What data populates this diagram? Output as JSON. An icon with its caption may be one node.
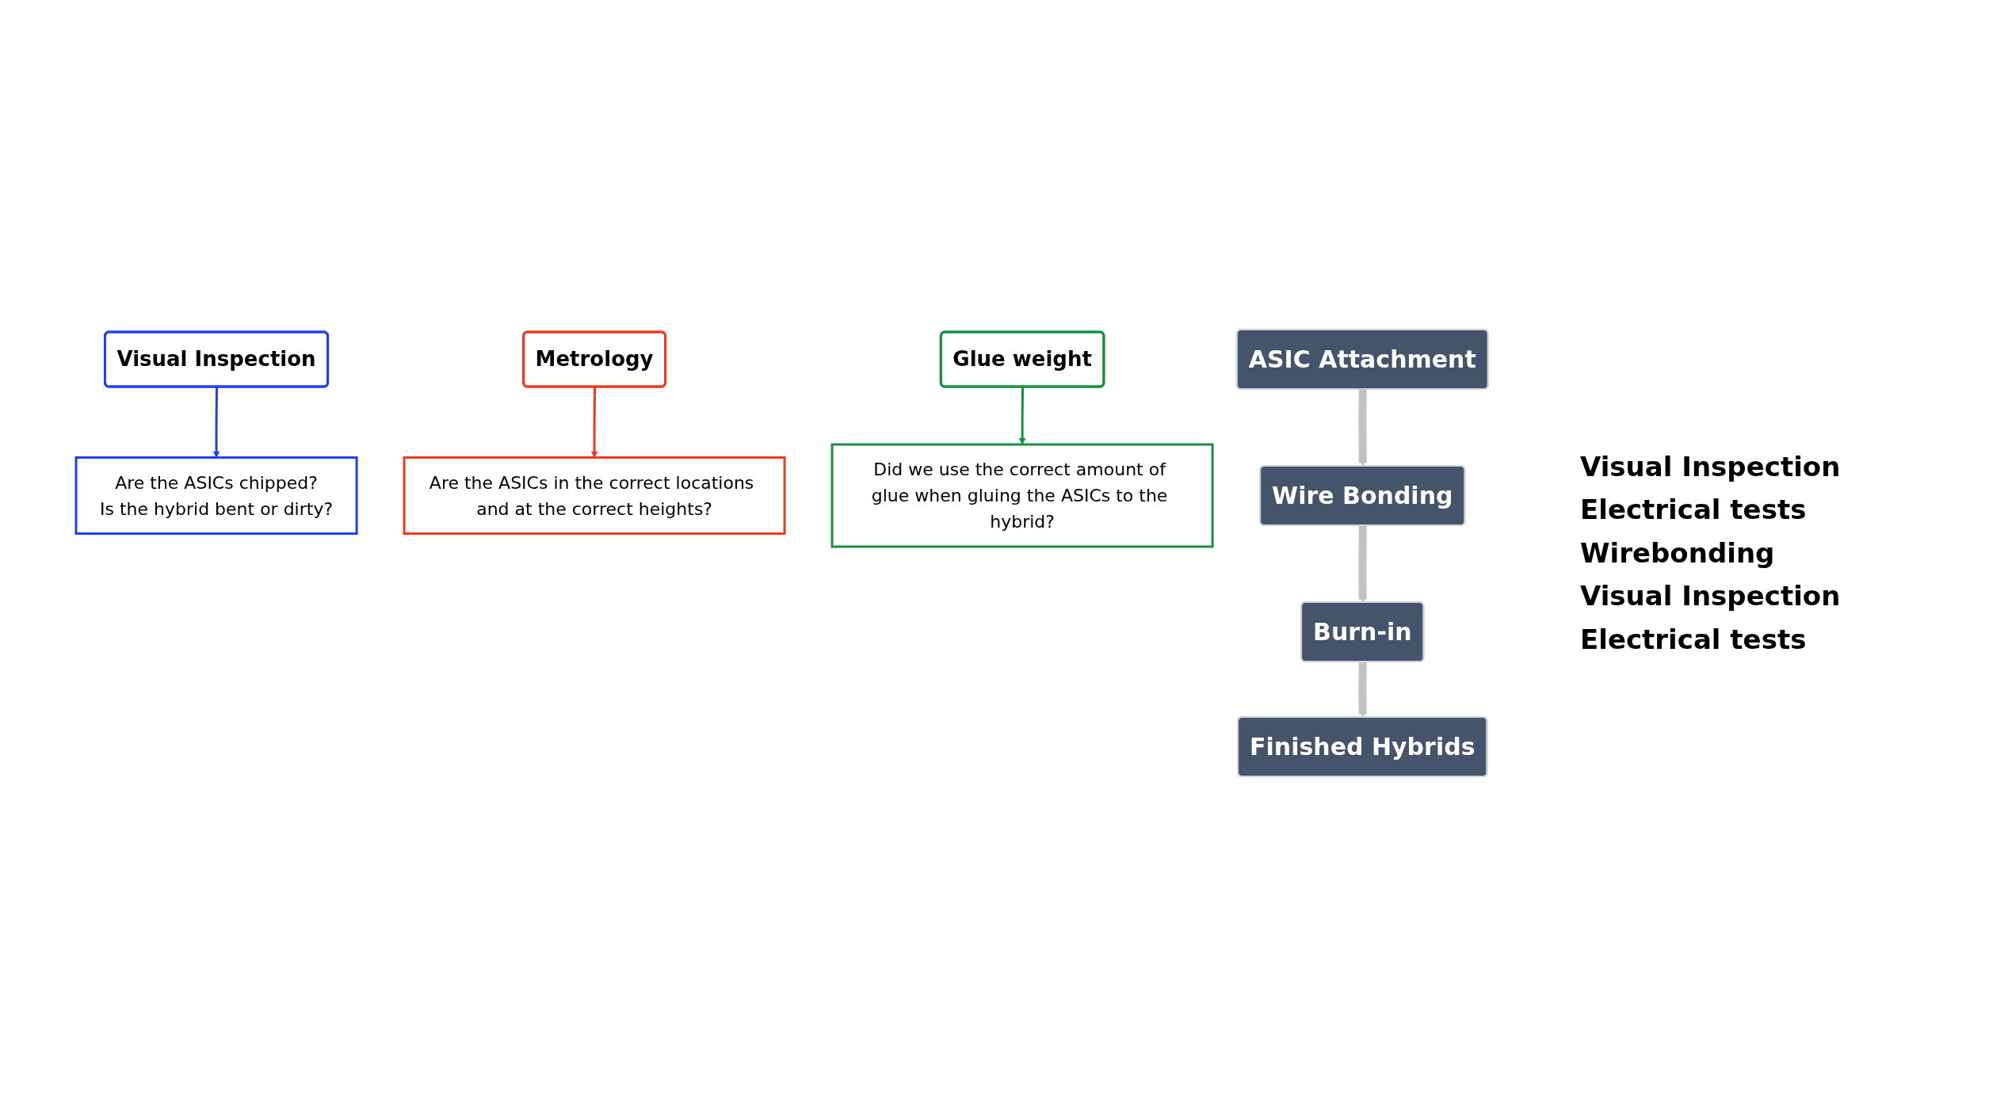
{
  "diagram": {
    "nodes": [
      {
        "text": [
          "ASIC Attachment"
        ]
      },
      {
        "text": [
          "Visual Inspection"
        ]
      },
      {
        "text": [
          "Metrology"
        ]
      },
      {
        "text": [
          "Glue weight"
        ]
      },
      {
        "text": [
          "Are the ASICs chipped?",
          "Is the hybrid bent or dirty?"
        ]
      },
      {
        "text": [
          "Are the ASICs in the correct locations and at the correct heights?"
        ]
      },
      {
        "text": [
          "Did we use the correct amount of glue when gluing the ASICs to the hybrid?"
        ]
      },
      {
        "text": [
          "Wire Bonding"
        ]
      },
      {
        "text": [
          "Burn-in"
        ]
      },
      {
        "text": [
          "Finished Hybrids"
        ]
      }
    ],
    "edges": [
      {
        "from": 1,
        "to": 4,
        "arrow": "to",
        "color": "#1f3ff5"
      },
      {
        "from": 2,
        "to": 5,
        "arrow": "to",
        "color": "#f03a1e"
      },
      {
        "from": 3,
        "to": 6,
        "arrow": "to",
        "color": "#17913f"
      },
      {
        "from": 0,
        "to": 7,
        "arrow": "to",
        "style": "thick",
        "color": "#bfc3c8"
      },
      {
        "from": 7,
        "to": 8,
        "arrow": "to",
        "style": "thick",
        "color": "#bfc3c8"
      },
      {
        "from": 8,
        "to": 9,
        "arrow": "to",
        "style": "thick",
        "color": "#bfc3c8"
      }
    ],
    "labels": [
      "Visual Inspection",
      "Electrical tests",
      "Wirebonding",
      "Visual Inspection",
      "Electrical tests"
    ]
  }
}
